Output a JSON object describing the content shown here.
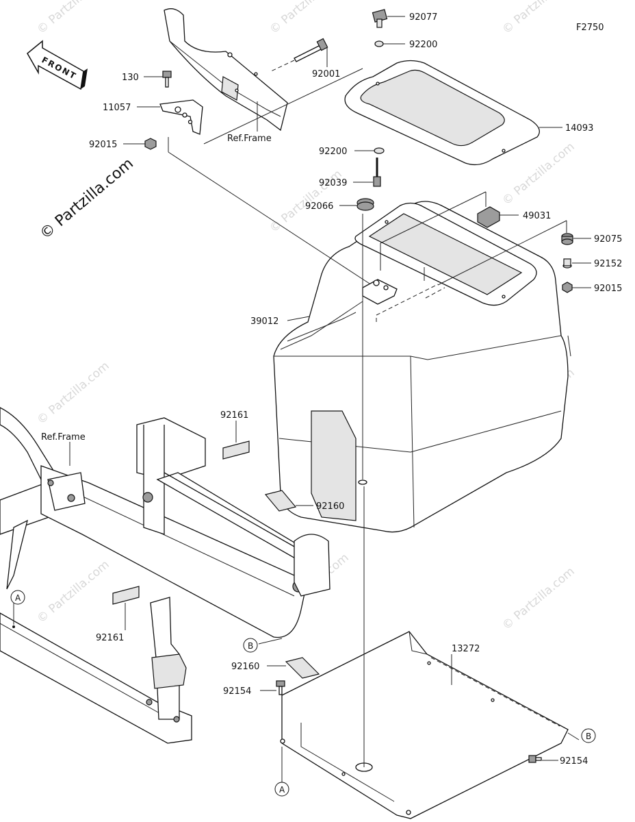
{
  "diagram_code": "F2750",
  "front_label": "FRONT",
  "watermark_big": "© Partzilla.com",
  "watermark_small": "© Partzilla.com",
  "ref_frame": "Ref.Frame",
  "ref_frame_2": "Ref.Frame",
  "callouts": {
    "p92077": "92077",
    "p92200a": "92200",
    "p92001": "92001",
    "p130": "130",
    "p11057": "11057",
    "p92015a": "92015",
    "p14093": "14093",
    "p92200b": "92200",
    "p92039": "92039",
    "p92066": "92066",
    "p49031": "49031",
    "p92075": "92075",
    "p92152": "92152",
    "p92015b": "92015",
    "p39012": "39012",
    "p92161a": "92161",
    "p92160a": "92160",
    "p92161b": "92161",
    "p92160b": "92160",
    "p92154a": "92154",
    "p13272": "13272",
    "p92154b": "92154"
  },
  "markers": {
    "a_left": "A",
    "a_bottom": "A",
    "b_mid": "B",
    "b_right": "B"
  }
}
